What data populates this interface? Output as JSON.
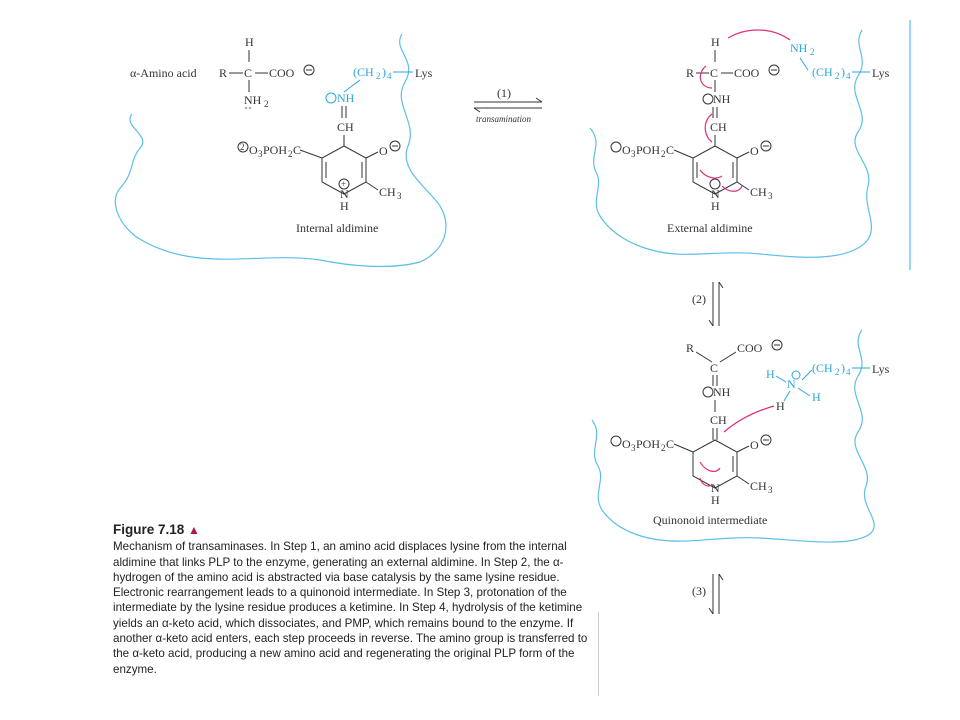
{
  "figure": {
    "title": "Figure 7.18",
    "caption": "Mechanism of transaminases. In Step 1, an amino acid displaces lysine from the internal aldimine that links PLP to the enzyme, generating an external aldimine. In Step 2, the α-hydrogen of the amino acid is abstracted via base catalysis by the same lysine residue. Electronic rearrangement leads to a quinonoid intermediate. In Step 3, protonation of the intermediate by the lysine residue produces a ketimine. In Step 4, hydrolysis of the ketimine yields an α-keto acid, which dissociates, and PMP, which remains bound to the enzyme. If another α-keto acid enters, each step proceeds in reverse. The amino group is transferred to the α-keto acid, producing a new amino acid and regenerating the original PLP form of the enzyme."
  },
  "structures": {
    "internal": {
      "name": "Internal aldimine",
      "amino_label": "α-Amino acid"
    },
    "external": {
      "name": "External aldimine"
    },
    "quinonoid": {
      "name": "Quinonoid intermediate"
    }
  },
  "steps": {
    "step1": "(1)",
    "step1_label": "transamination",
    "step2": "(2)",
    "step3": "(3)"
  },
  "atoms": {
    "H": "H",
    "R": "R",
    "C": "C",
    "COO": "COO",
    "NH2": "NH",
    "NH": "NH",
    "CH": "CH",
    "CH2": "(CH",
    "Lys": "Lys",
    "O3POH2C": "O",
    "POH2C": "POH",
    "N": "N",
    "CH3": "CH",
    "O": "O",
    "two": "2",
    "three": "3",
    "four": "4",
    "plus": "+",
    "minus": "−",
    "sub_close": ")"
  }
}
